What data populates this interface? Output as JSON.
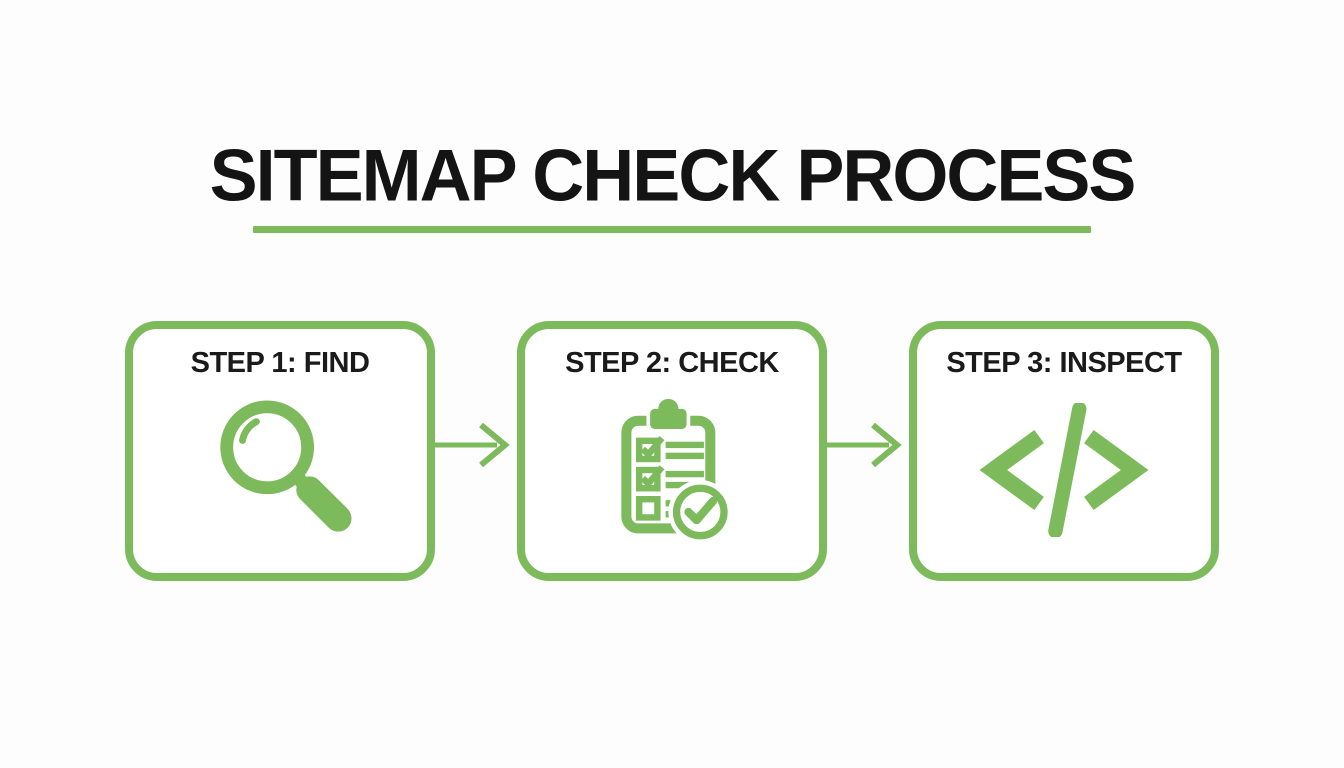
{
  "title": "SITEMAP CHECK PROCESS",
  "colors": {
    "accent_green": "#7CBA5C",
    "title_text": "#141414",
    "label_text": "#1A1A1A",
    "background": "#FDFDFD",
    "card_background": "#FFFFFF"
  },
  "steps": [
    {
      "label": "STEP 1: FIND",
      "icon": "magnifier-search-icon"
    },
    {
      "label": "STEP 2: CHECK",
      "icon": "checklist-clipboard-icon"
    },
    {
      "label": "STEP 3: INSPECT",
      "icon": "code-tag-icon"
    }
  ],
  "connectors": [
    {
      "icon": "arrow-right-icon"
    },
    {
      "icon": "arrow-right-icon"
    }
  ]
}
